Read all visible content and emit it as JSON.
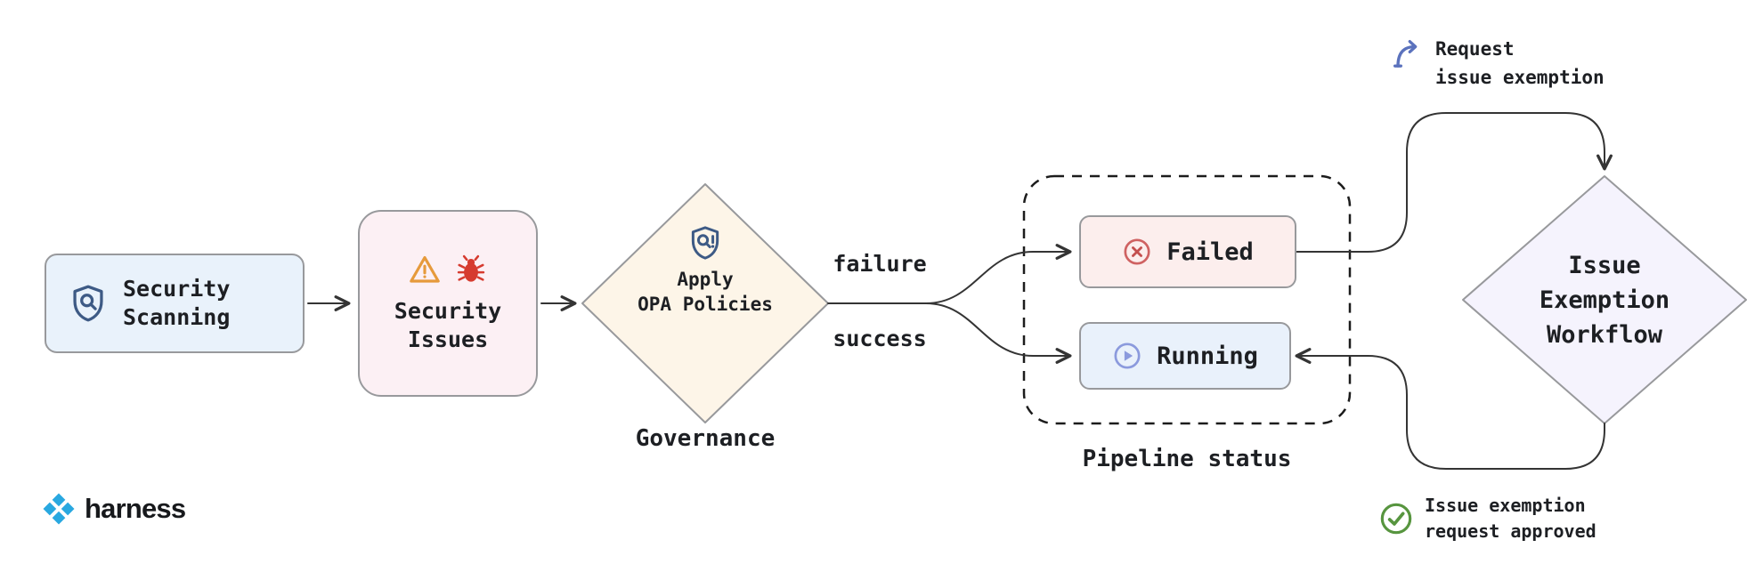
{
  "brand": {
    "wordmark": "harness",
    "logo_icon": "harness-logo-icon",
    "logo_color": "#29a8e0"
  },
  "nodes": {
    "security_scanning": {
      "line1": "Security",
      "line2": "Scanning",
      "icon": "shield-search-icon",
      "fill": "#e9f2fb"
    },
    "security_issues": {
      "line1": "Security",
      "line2": "Issues",
      "icon_left": "warning-triangle-icon",
      "icon_right": "bug-icon",
      "fill": "#fcf0f4"
    },
    "apply_opa_policies": {
      "line1": "Apply",
      "line2": "OPA Policies",
      "icon": "shield-search-alert-icon",
      "fill": "#fdf5e8",
      "caption": "Governance"
    },
    "failed": {
      "label": "Failed",
      "icon": "circle-x-icon",
      "fill": "#fceeed"
    },
    "running": {
      "label": "Running",
      "icon": "circle-play-icon",
      "fill": "#e9f1fb"
    },
    "issue_exemption_workflow": {
      "line1": "Issue",
      "line2": "Exemption",
      "line3": "Workflow",
      "fill": "#f5f3fd"
    }
  },
  "groups": {
    "pipeline_status": {
      "caption": "Pipeline status"
    }
  },
  "edges": {
    "failure_label": "failure",
    "success_label": "success"
  },
  "annotations": {
    "request_exemption": {
      "line1": "Request",
      "line2": "issue exemption",
      "icon": "request-arrow-icon"
    },
    "approved": {
      "line1": "Issue exemption",
      "line2": "request approved",
      "icon": "check-circle-icon"
    }
  },
  "colors": {
    "line": "#343434",
    "node_border": "#98999c",
    "dashed_border": "#1c1c1c",
    "shield_blue": "#3d5a85",
    "warning_orange": "#e69a3b",
    "bug_red": "#d63b2f",
    "failed_red": "#c4504f",
    "running_periwinkle": "#8b9add",
    "request_blue": "#5b72bd",
    "approved_green": "#57953f"
  }
}
